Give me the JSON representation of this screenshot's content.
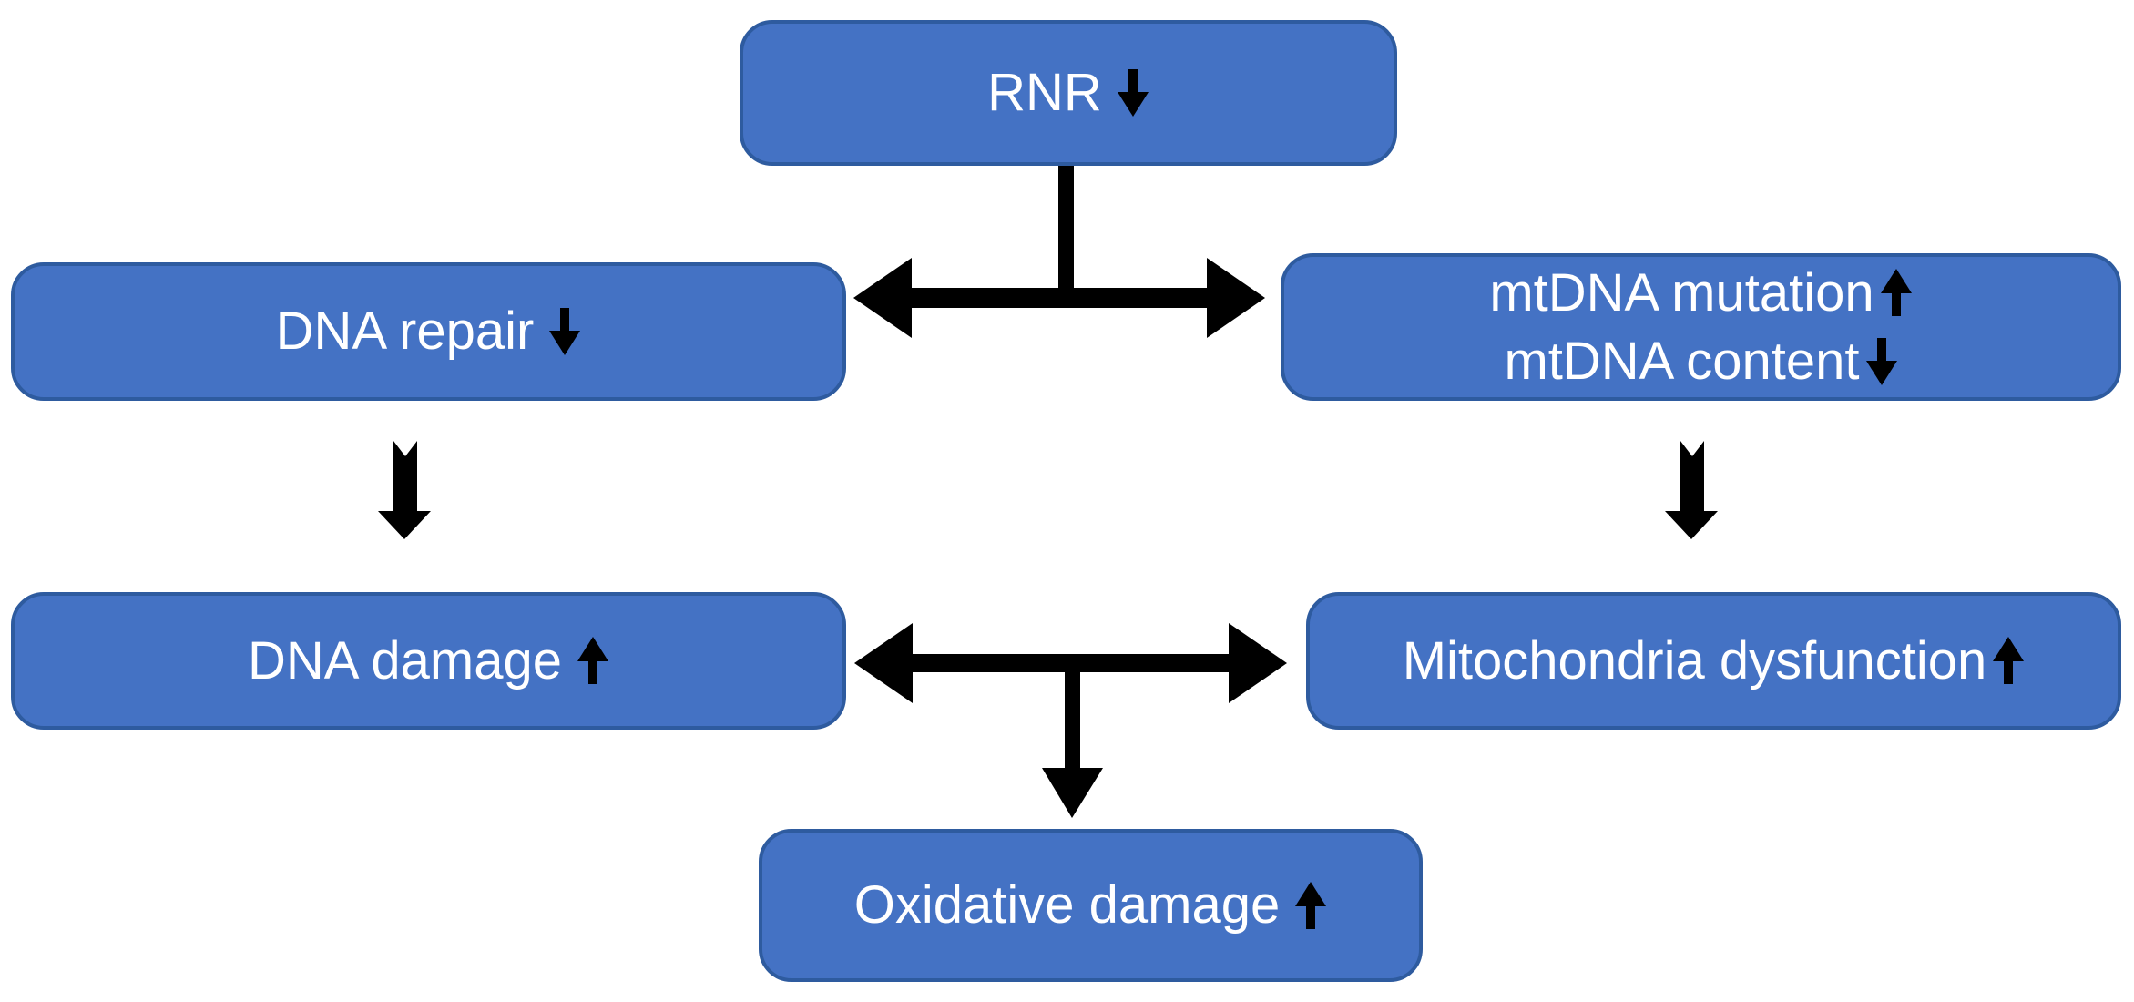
{
  "figure": {
    "description": "Flow diagram of consequences of reduced RNR activity",
    "background": "#ffffff"
  },
  "palette": {
    "box_fill": "#4472C4",
    "box_border": "#2E5B9F",
    "box_text": "#ffffff",
    "arrow_color": "#000000"
  },
  "icons": {
    "up": "↑",
    "down": "↓"
  },
  "nodes": [
    {
      "id": "rnr",
      "lines": [
        {
          "text": "RNR",
          "arrow": "down"
        }
      ]
    },
    {
      "id": "dna-repair",
      "lines": [
        {
          "text": "DNA repair",
          "arrow": "down"
        }
      ]
    },
    {
      "id": "mtdna",
      "lines": [
        {
          "text": "mtDNA mutation",
          "arrow": "up"
        },
        {
          "text": "mtDNA content",
          "arrow": "down"
        }
      ]
    },
    {
      "id": "dna-damage",
      "lines": [
        {
          "text": "DNA damage",
          "arrow": "up"
        }
      ]
    },
    {
      "id": "mitochondria-dysfunction",
      "lines": [
        {
          "text": "Mitochondria dysfunction",
          "arrow": "up"
        }
      ]
    },
    {
      "id": "oxidative-damage",
      "lines": [
        {
          "text": "Oxidative damage",
          "arrow": "up"
        }
      ]
    }
  ],
  "connectors": [
    {
      "id": "rnr-branch",
      "type": "t-split-double-headed",
      "from": "rnr",
      "to": [
        "dna-repair",
        "mtdna"
      ]
    },
    {
      "id": "dnarepair-to-dnadamage",
      "type": "block-down-arrow",
      "from": "dna-repair",
      "to": "dna-damage"
    },
    {
      "id": "mtdna-to-mito",
      "type": "block-down-arrow",
      "from": "mtdna",
      "to": "mitochondria-dysfunction"
    },
    {
      "id": "damage-mito-oxidative",
      "type": "double-headed-with-down-branch",
      "between": [
        "dna-damage",
        "mitochondria-dysfunction"
      ],
      "to": "oxidative-damage"
    }
  ]
}
